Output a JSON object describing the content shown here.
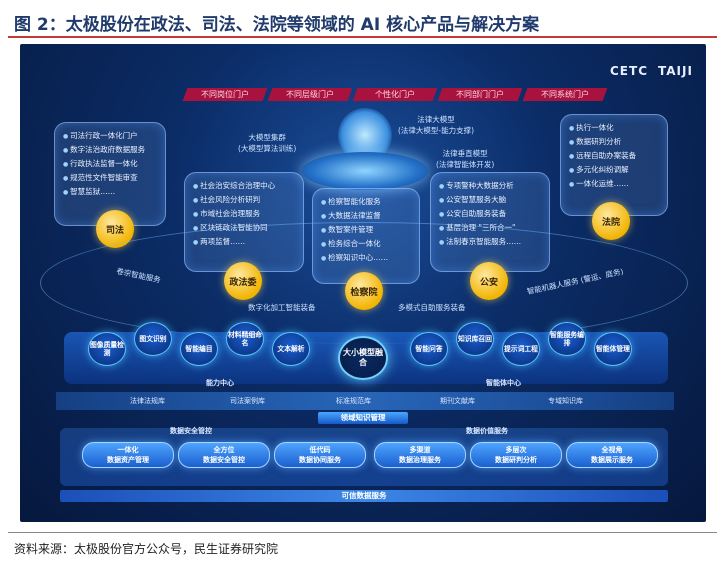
{
  "title": "图 2：太极股份在政法、司法、法院等领域的 AI 核心产品与解决方案",
  "source": "资料来源：太极股份官方公众号，民生证券研究院",
  "logos": [
    "CETC",
    "TAIJI"
  ],
  "top_pills": [
    "不同岗位门户",
    "不同层级门户",
    "个性化门户",
    "不同部门门户",
    "不同系统门户"
  ],
  "brains": {
    "left": "大模型集群\n(大模型算法训练)",
    "center": "法律大模型\n(法律大模型-能力支撑)",
    "right": "法律垂直模型\n(法律智能体开发)"
  },
  "cards": [
    {
      "badge": "司法",
      "items": [
        "司法行政一体化门户",
        "数字法治政府数据服务",
        "行政执法监督一体化",
        "规范性文件智能审查",
        "智慧监狱……"
      ]
    },
    {
      "badge": "政法委",
      "items": [
        "社会治安综合治理中心",
        "社会风险分析研判",
        "市域社会治理服务",
        "区块链政法智能协同",
        "两项监督……"
      ]
    },
    {
      "badge": "检察院",
      "items": [
        "检察智能化服务",
        "大数据法律监督",
        "数智案件管理",
        "检务综合一体化",
        "检察知识中心……"
      ]
    },
    {
      "badge": "公安",
      "items": [
        "专项警种大数据分析",
        "公安智慧服务大脑",
        "公安自助服务装备",
        "基层治理 \"三所合一\"",
        "法制春京智能服务……"
      ]
    },
    {
      "badge": "法院",
      "items": [
        "执行一体化",
        "数据研判分析",
        "远程自助办案装备",
        "多元化纠纷调解",
        "一体化运维……"
      ]
    }
  ],
  "ring_labels": [
    "卷宗智能服务",
    "数字化加工智能装备",
    "多模式自助服务装备",
    "智能机器人服务 (警运、庭务)"
  ],
  "nodes_left": [
    "图像质量检测",
    "图文识别",
    "智能编目",
    "材料精细命名",
    "文本解析"
  ],
  "hub": "大小模型融合",
  "nodes_right": [
    "智能问答",
    "知识库召回",
    "提示词工程",
    "智能服务编排",
    "智能体管理"
  ],
  "capability_left": "能力中心",
  "capability_right": "智能体中心",
  "libraries": [
    "法律法规库",
    "司法案例库",
    "标准规范库",
    "期刊文献库",
    "专域知识库"
  ],
  "knowledge_bar": "领域知识管理",
  "security_label": "数据安全管控",
  "value_label": "数据价值服务",
  "bottom_buttons": [
    "一体化\n数据资产管理",
    "全方位\n数据安全管控",
    "低代码\n数据协同服务",
    "多渠道\n数据治理服务",
    "多层次\n数据研判分析",
    "全视角\n数据展示服务"
  ],
  "trusted_bar": "可信数据服务"
}
